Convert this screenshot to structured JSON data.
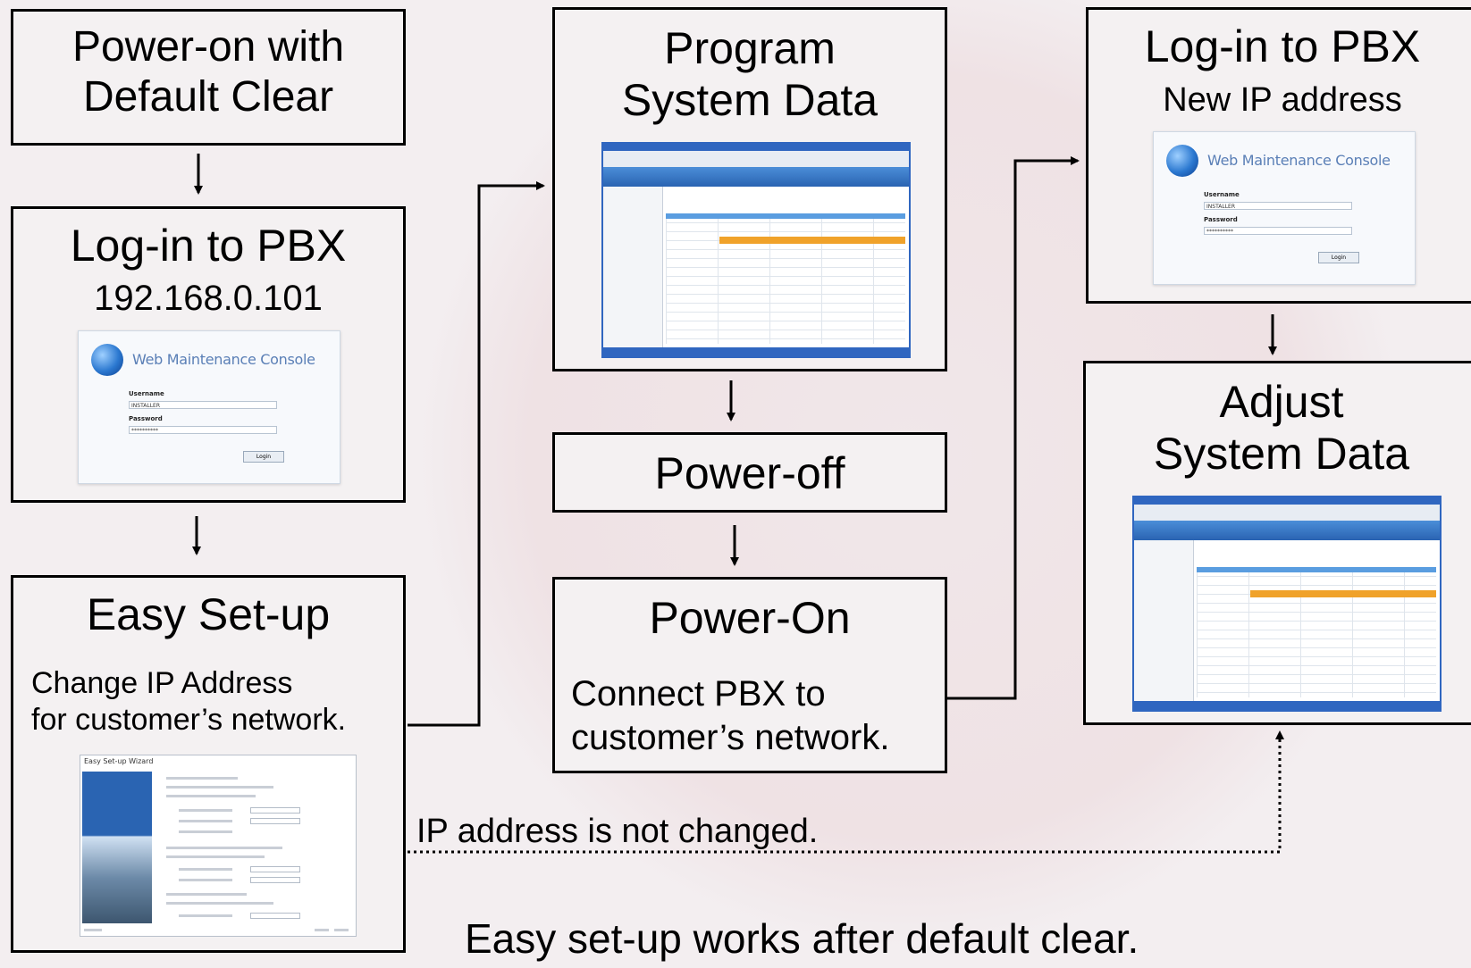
{
  "boxes": {
    "power_on_default": {
      "title_line1": "Power-on with",
      "title_line2": "Default Clear"
    },
    "login_pbx_1": {
      "title": "Log-in to PBX",
      "subtitle": "192.168.0.101"
    },
    "easy_setup": {
      "title": "Easy Set-up",
      "desc_line1": "Change IP Address",
      "desc_line2": "for customer’s network."
    },
    "program_system": {
      "title_line1": "Program",
      "title_line2": "System Data"
    },
    "power_off": {
      "title": "Power-off"
    },
    "power_on": {
      "title": "Power-On",
      "desc_line1": "Connect PBX to",
      "desc_line2": "customer’s network."
    },
    "login_pbx_2": {
      "title": "Log-in to PBX",
      "subtitle": "New IP address"
    },
    "adjust_system": {
      "title_line1": "Adjust",
      "title_line2": "System Data"
    }
  },
  "login_thumbnail": {
    "title": "Web Maintenance Console",
    "username_label": "Username",
    "username_value": "INSTALLER",
    "password_label": "Password",
    "password_value": "**********",
    "login_button": "Login"
  },
  "wizard_thumbnail": {
    "title": "Easy Set-up Wizard"
  },
  "ip_unchanged_note": "IP address is not changed.",
  "footer": "Easy set-up works after default clear."
}
